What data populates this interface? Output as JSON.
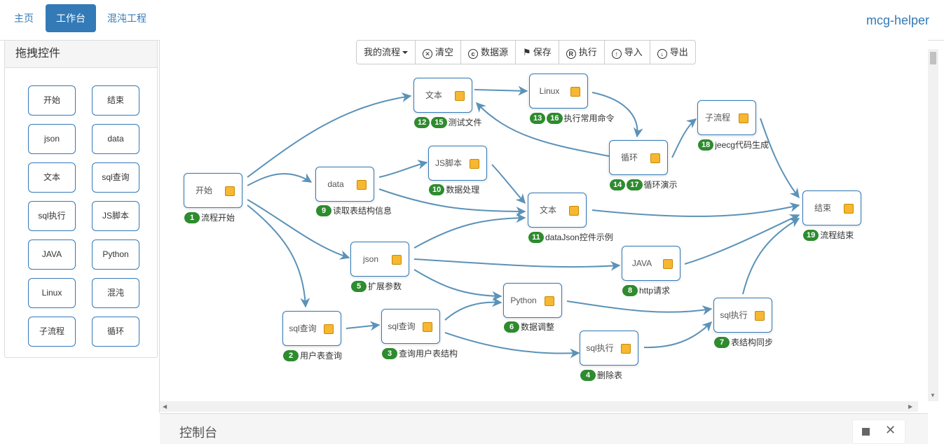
{
  "nav": {
    "tabs": [
      "主页",
      "工作台",
      "混沌工程"
    ],
    "active_index": 1,
    "brand": "mcg-helper"
  },
  "left_panel": {
    "title": "拖拽控件",
    "controls": [
      "开始",
      "结束",
      "json",
      "data",
      "文本",
      "sql查询",
      "sql执行",
      "JS脚本",
      "JAVA",
      "Python",
      "Linux",
      "混沌",
      "子流程",
      "循环"
    ]
  },
  "toolbar": {
    "my_flow": "我的流程",
    "clear": "清空",
    "datasource": "数据源",
    "save": "保存",
    "execute": "执行",
    "import": "导入",
    "export": "导出"
  },
  "flow": {
    "nodes": [
      {
        "id": "start",
        "title": "开始",
        "badges": [
          "1"
        ],
        "label": "流程开始"
      },
      {
        "id": "sql_q1",
        "title": "sql查询",
        "badges": [
          "2"
        ],
        "label": "用户表查询"
      },
      {
        "id": "sql_q2",
        "title": "sql查询",
        "badges": [
          "3"
        ],
        "label": "查询用户表结构"
      },
      {
        "id": "sql_e1",
        "title": "sql执行",
        "badges": [
          "4"
        ],
        "label": "删除表"
      },
      {
        "id": "json",
        "title": "json",
        "badges": [
          "5"
        ],
        "label": "扩展参数"
      },
      {
        "id": "python",
        "title": "Python",
        "badges": [
          "6"
        ],
        "label": "数据调整"
      },
      {
        "id": "sql_e2",
        "title": "sql执行",
        "badges": [
          "7"
        ],
        "label": "表结构同步"
      },
      {
        "id": "java",
        "title": "JAVA",
        "badges": [
          "8"
        ],
        "label": "http请求"
      },
      {
        "id": "data",
        "title": "data",
        "badges": [
          "9"
        ],
        "label": "读取表结构信息"
      },
      {
        "id": "js",
        "title": "JS脚本",
        "badges": [
          "10"
        ],
        "label": "数据处理"
      },
      {
        "id": "text2",
        "title": "文本",
        "badges": [
          "11"
        ],
        "label": "dataJson控件示例"
      },
      {
        "id": "text1",
        "title": "文本",
        "badges": [
          "12",
          "15"
        ],
        "label": "测试文件"
      },
      {
        "id": "linux",
        "title": "Linux",
        "badges": [
          "13",
          "16"
        ],
        "label": "执行常用命令"
      },
      {
        "id": "loop",
        "title": "循环",
        "badges": [
          "14",
          "17"
        ],
        "label": "循环演示"
      },
      {
        "id": "sub",
        "title": "子流程",
        "badges": [
          "18"
        ],
        "label": "jeecg代码生成"
      },
      {
        "id": "end",
        "title": "结束",
        "badges": [
          "19"
        ],
        "label": "流程结束"
      }
    ]
  },
  "console": {
    "title": "控制台"
  },
  "colors": {
    "primary": "#337ab7",
    "edge": "#5b92b8",
    "badge": "#2e8b2e",
    "handle": "#f7b731"
  }
}
